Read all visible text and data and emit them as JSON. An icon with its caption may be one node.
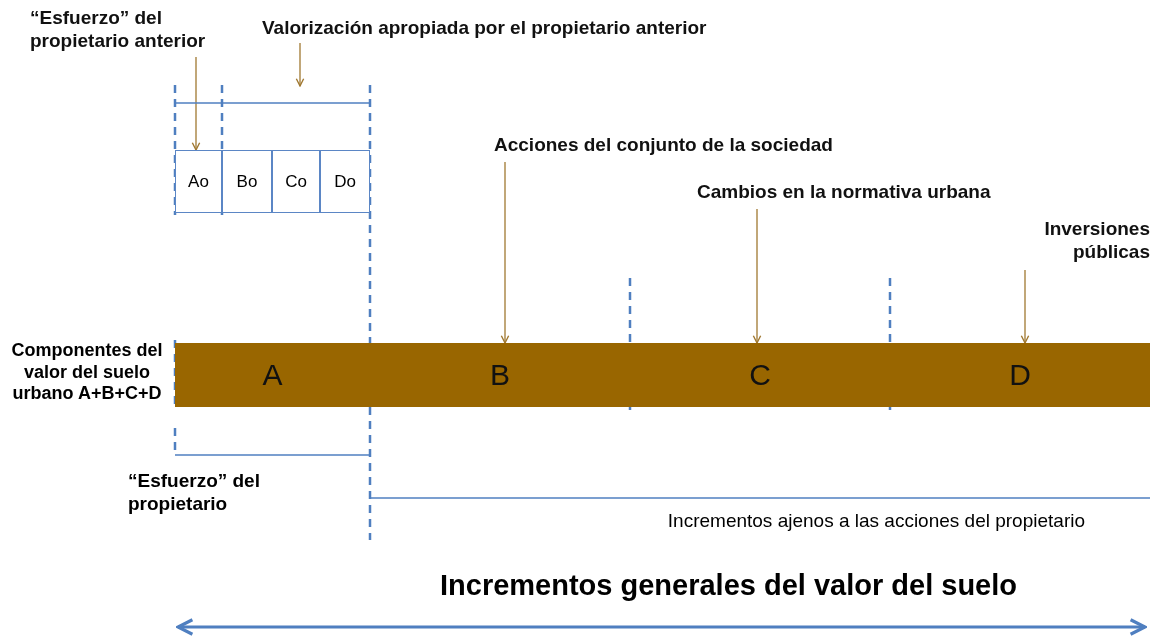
{
  "diagram": {
    "nodes": [
      {
        "text": [
          "“Esfuerzo” del propietario anterior"
        ]
      },
      {
        "text": [
          "Valorización apropiada por el propietario anterior"
        ]
      },
      {
        "text": [
          "Ao"
        ]
      },
      {
        "text": [
          "Bo"
        ]
      },
      {
        "text": [
          "Co"
        ]
      },
      {
        "text": [
          "Do"
        ]
      },
      {
        "text": [
          "Acciones del conjunto de la sociedad"
        ]
      },
      {
        "text": [
          "Cambios en la normativa urbana"
        ]
      },
      {
        "text": [
          "Inversiones públicas"
        ]
      },
      {
        "text": [
          "A"
        ]
      },
      {
        "text": [
          "B"
        ]
      },
      {
        "text": [
          "C"
        ]
      },
      {
        "text": [
          "D"
        ]
      }
    ],
    "edges": [
      {
        "from": 0,
        "to": 2,
        "arrow": "to"
      },
      {
        "from": 1,
        "to": null,
        "arrow": "to"
      },
      {
        "from": 6,
        "to": 10,
        "arrow": "to"
      },
      {
        "from": 7,
        "to": 11,
        "arrow": "to"
      },
      {
        "from": 8,
        "to": 12,
        "arrow": "to"
      }
    ],
    "labels": [
      "Componentes del valor del suelo urbano A+B+C+D",
      "“Esfuerzo” del propietario",
      "Incrementos ajenos a las acciones del propietario",
      "Incrementos generales del valor del suelo"
    ]
  }
}
